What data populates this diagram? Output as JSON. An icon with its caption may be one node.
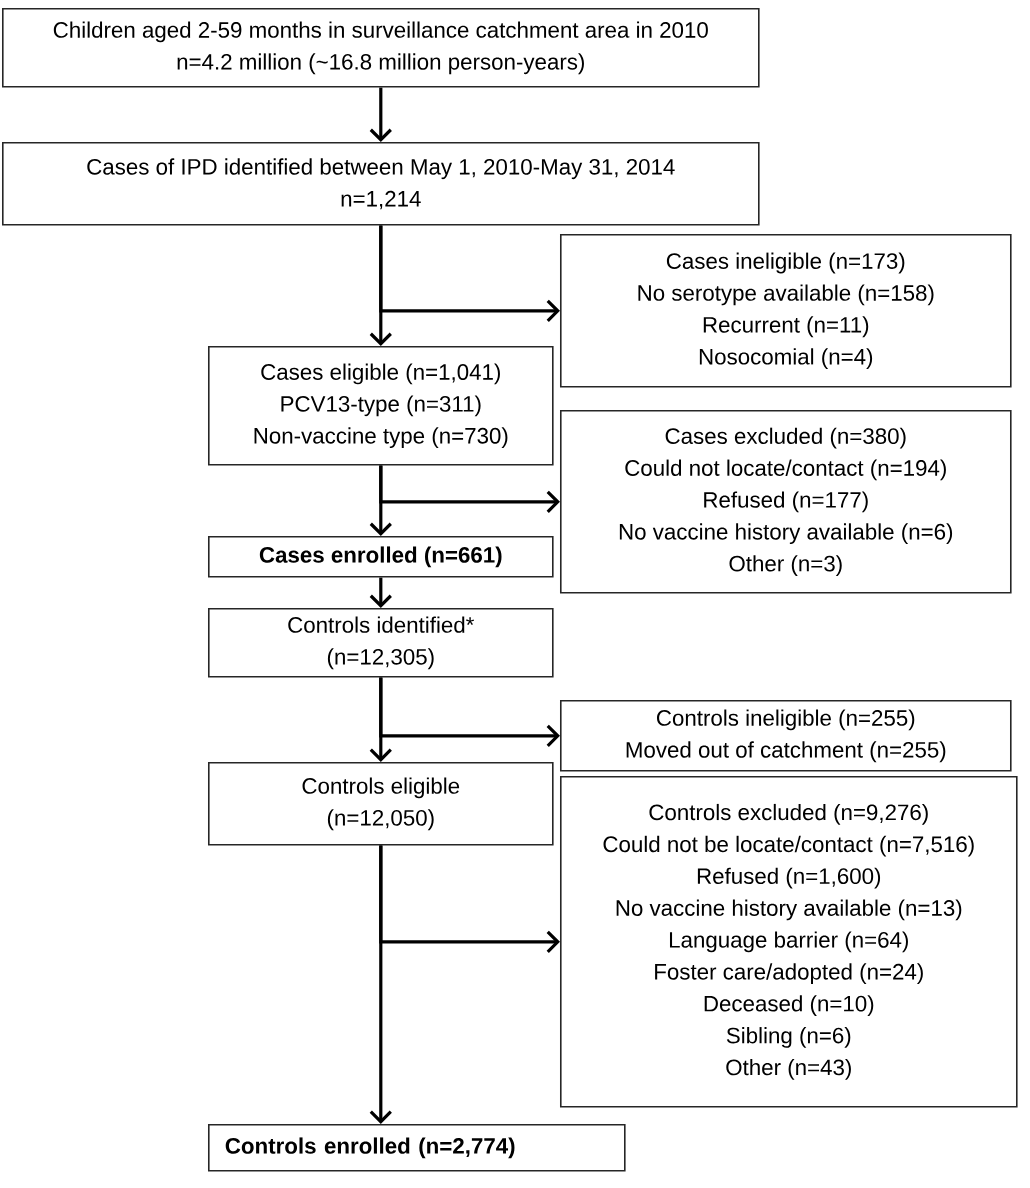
{
  "diagram": {
    "nodes": [
      {
        "text": [
          "Children aged 2-59 months in surveillance catchment area in 2010",
          "n=4.2 million (~16.8 million person-years)"
        ]
      },
      {
        "text": [
          "Cases of IPD identified between May 1, 2010-May 31, 2014",
          "n=1,214"
        ]
      },
      {
        "text": [
          "Cases ineligible (n=173)",
          "No serotype available (n=158)",
          "Recurrent (n=11)",
          "Nosocomial (n=4)"
        ]
      },
      {
        "text": [
          "Cases eligible (n=1,041)",
          "PCV13-type (n=311)",
          "Non-vaccine type (n=730)"
        ]
      },
      {
        "text": [
          "Cases excluded (n=380)",
          "Could not locate/contact (n=194)",
          "Refused (n=177)",
          "No vaccine history available (n=6)",
          "Other (n=3)"
        ]
      },
      {
        "text": [
          "Cases enrolled (n=661)"
        ]
      },
      {
        "text": [
          "Controls identified*",
          "(n=12,305)"
        ]
      },
      {
        "text": [
          "Controls ineligible (n=255)",
          "Moved out of catchment (n=255)"
        ]
      },
      {
        "text": [
          "Controls eligible",
          "(n=12,050)"
        ]
      },
      {
        "text": [
          "Controls excluded (n=9,276)",
          "Could not be locate/contact (n=7,516)",
          "Refused (n=1,600)",
          "No vaccine history available (n=13)",
          "Language barrier (n=64)",
          "Foster care/adopted (n=24)",
          "Deceased (n=10)",
          "Sibling (n=6)",
          "Other (n=43)"
        ]
      },
      {
        "text": [
          "Controls enrolled (n=2,774)"
        ]
      }
    ],
    "edges": [
      {
        "from": 0,
        "to": 1,
        "arrow": "to"
      },
      {
        "from": 1,
        "to": 3,
        "arrow": "to"
      },
      {
        "from": 1,
        "to": 2,
        "arrow": "to"
      },
      {
        "from": 3,
        "to": 5,
        "arrow": "to"
      },
      {
        "from": 3,
        "to": 4,
        "arrow": "to"
      },
      {
        "from": 5,
        "to": 6,
        "arrow": "to"
      },
      {
        "from": 6,
        "to": 8,
        "arrow": "to"
      },
      {
        "from": 6,
        "to": 7,
        "arrow": "to"
      },
      {
        "from": 8,
        "to": 10,
        "arrow": "to"
      },
      {
        "from": 8,
        "to": 9,
        "arrow": "to"
      }
    ]
  }
}
